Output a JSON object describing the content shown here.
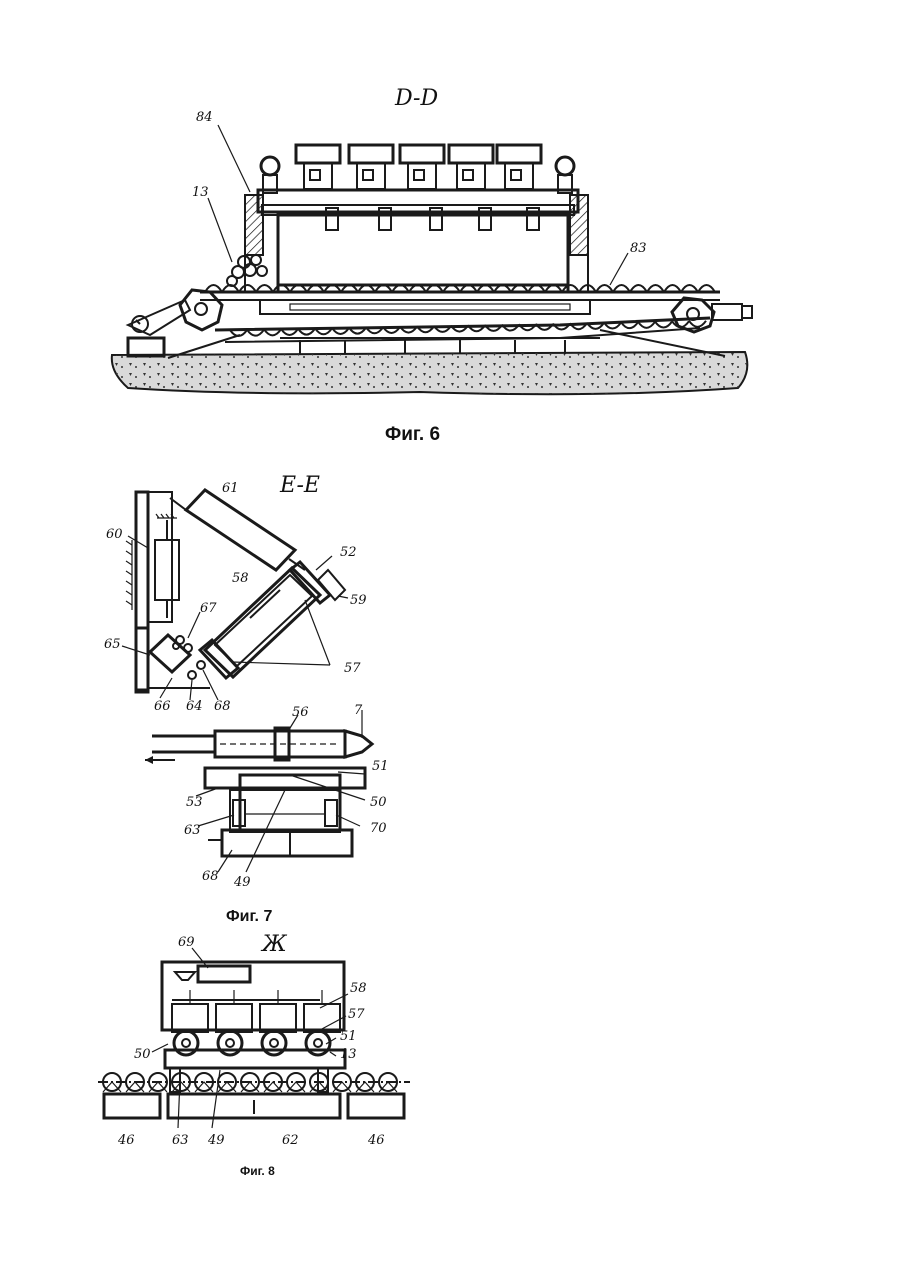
{
  "fig6": {
    "section_label": "D-D",
    "caption": "Фиг. 6",
    "labels": {
      "l84": "84",
      "l13": "13",
      "l83": "83"
    }
  },
  "fig7": {
    "section_label": "E-E",
    "caption": "Фиг. 7",
    "labels": {
      "l61": "61",
      "l60": "60",
      "l52": "52",
      "l58": "58",
      "l59": "59",
      "l67": "67",
      "l65": "65",
      "l57": "57",
      "l66": "66",
      "l64": "64",
      "l68": "68",
      "l56": "56",
      "l51": "51",
      "l53": "53",
      "l50": "50",
      "l63": "63",
      "l70": "70",
      "l68b": "68",
      "l49": "49"
    }
  },
  "fig8": {
    "section_label": "Ж",
    "caption": "Фиг. 8",
    "labels": {
      "l69": "69",
      "l58": "58",
      "l57": "57",
      "l51": "51",
      "l13": "13",
      "l50": "50",
      "l46a": "46",
      "l63": "63",
      "l49": "49",
      "l62": "62",
      "l46b": "46"
    }
  }
}
